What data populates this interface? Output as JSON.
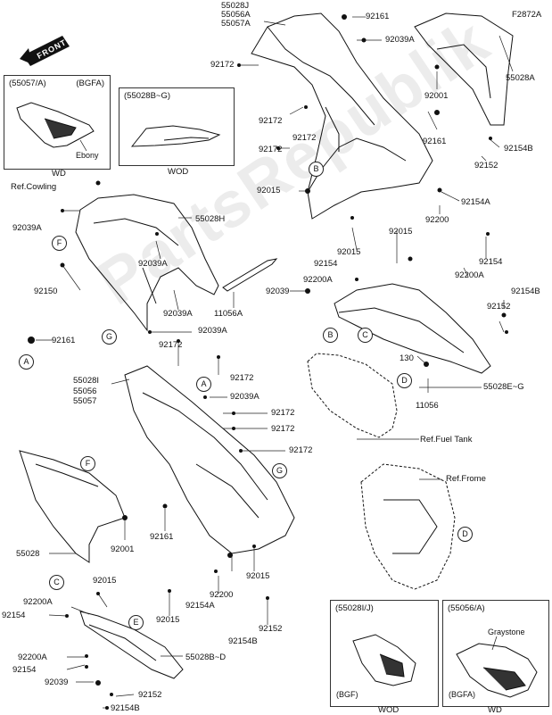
{
  "figure_code": "F2872A",
  "front_badge": "FRONT",
  "watermark": "PartsRepublik",
  "labels": {
    "p55028J": "55028J",
    "p55056A_top": "55056A",
    "p55057A_top": "55057A",
    "p92161_top": "92161",
    "p92039A_top": "92039A",
    "p92172_a": "92172",
    "p55028A": "55028A",
    "p92001_top": "92001",
    "p92172_b": "92172",
    "p92172_c": "92172",
    "p92161_mid": "92161",
    "p92154B_r1": "92154B",
    "p92172_d": "92172",
    "p92152_r1": "92152",
    "p92015_a": "92015",
    "p92154A_r": "92154A",
    "p92200_r": "92200",
    "p92039A_left": "92039A",
    "p55028H": "55028H",
    "p92015_b": "92015",
    "p92015_c": "92015",
    "p92154_r2": "92154",
    "p92200A_r2": "92200A",
    "p92154_mid": "92154",
    "p92039A_m2": "92039A",
    "p92150": "92150",
    "p92200A_mid": "92200A",
    "p92039_mid": "92039",
    "p11056A": "11056A",
    "p92154B_r3": "92154B",
    "p92152_r3": "92152",
    "p92039A_m3": "92039A",
    "p92161_left": "92161",
    "p92039A_m4": "92039A",
    "p92172_e": "92172",
    "p130": "130",
    "p55028I": "55028I",
    "p55056_m": "55056",
    "p55057_m": "55057",
    "p92172_f": "92172",
    "p92039A_m5": "92039A",
    "p11056": "11056",
    "p55028EG": "55028E~G",
    "p92172_g": "92172",
    "p92172_h": "92172",
    "ref_fuel_tank": "Ref.Fuel Tank",
    "p92172_i": "92172",
    "ref_frame": "Ref.Frome",
    "p92001_low": "92001",
    "p92161_low": "92161",
    "p55028": "55028",
    "p92015_d": "92015",
    "p92200A_low": "92200A",
    "p92154_low": "92154",
    "p92154A_low": "92154A",
    "p92200_low": "92200",
    "p92015_e": "92015",
    "p92015_f": "92015",
    "p92152_low": "92152",
    "p92154B_low": "92154B",
    "p55028BD": "55028B~D",
    "p92200A_bot": "92200A",
    "p92154_bot": "92154",
    "p92039_bot": "92039",
    "p92152_bot": "92152",
    "p92154B_bot": "92154B",
    "ref_cowling": "Ref.Cowling"
  },
  "callouts": {
    "B1": "B",
    "F1": "F",
    "G1": "G",
    "A1": "A",
    "A2": "A",
    "B2": "B",
    "C1": "C",
    "D1": "D",
    "D2": "D",
    "F2": "F",
    "G2": "G",
    "C2": "C",
    "E1": "E"
  },
  "insets": {
    "i1": {
      "header": "(55057/A)",
      "header2": "(BGFA)",
      "note": "Ebony",
      "caption": "WD"
    },
    "i2": {
      "header": "(55028B~G)",
      "caption": "WOD"
    },
    "i3": {
      "header": "(55028I/J)",
      "note": "(BGF)",
      "caption": "WOD"
    },
    "i4": {
      "header": "(55056/A)",
      "note": "Graystone",
      "note2": "(BGFA)",
      "caption": "WD"
    }
  }
}
